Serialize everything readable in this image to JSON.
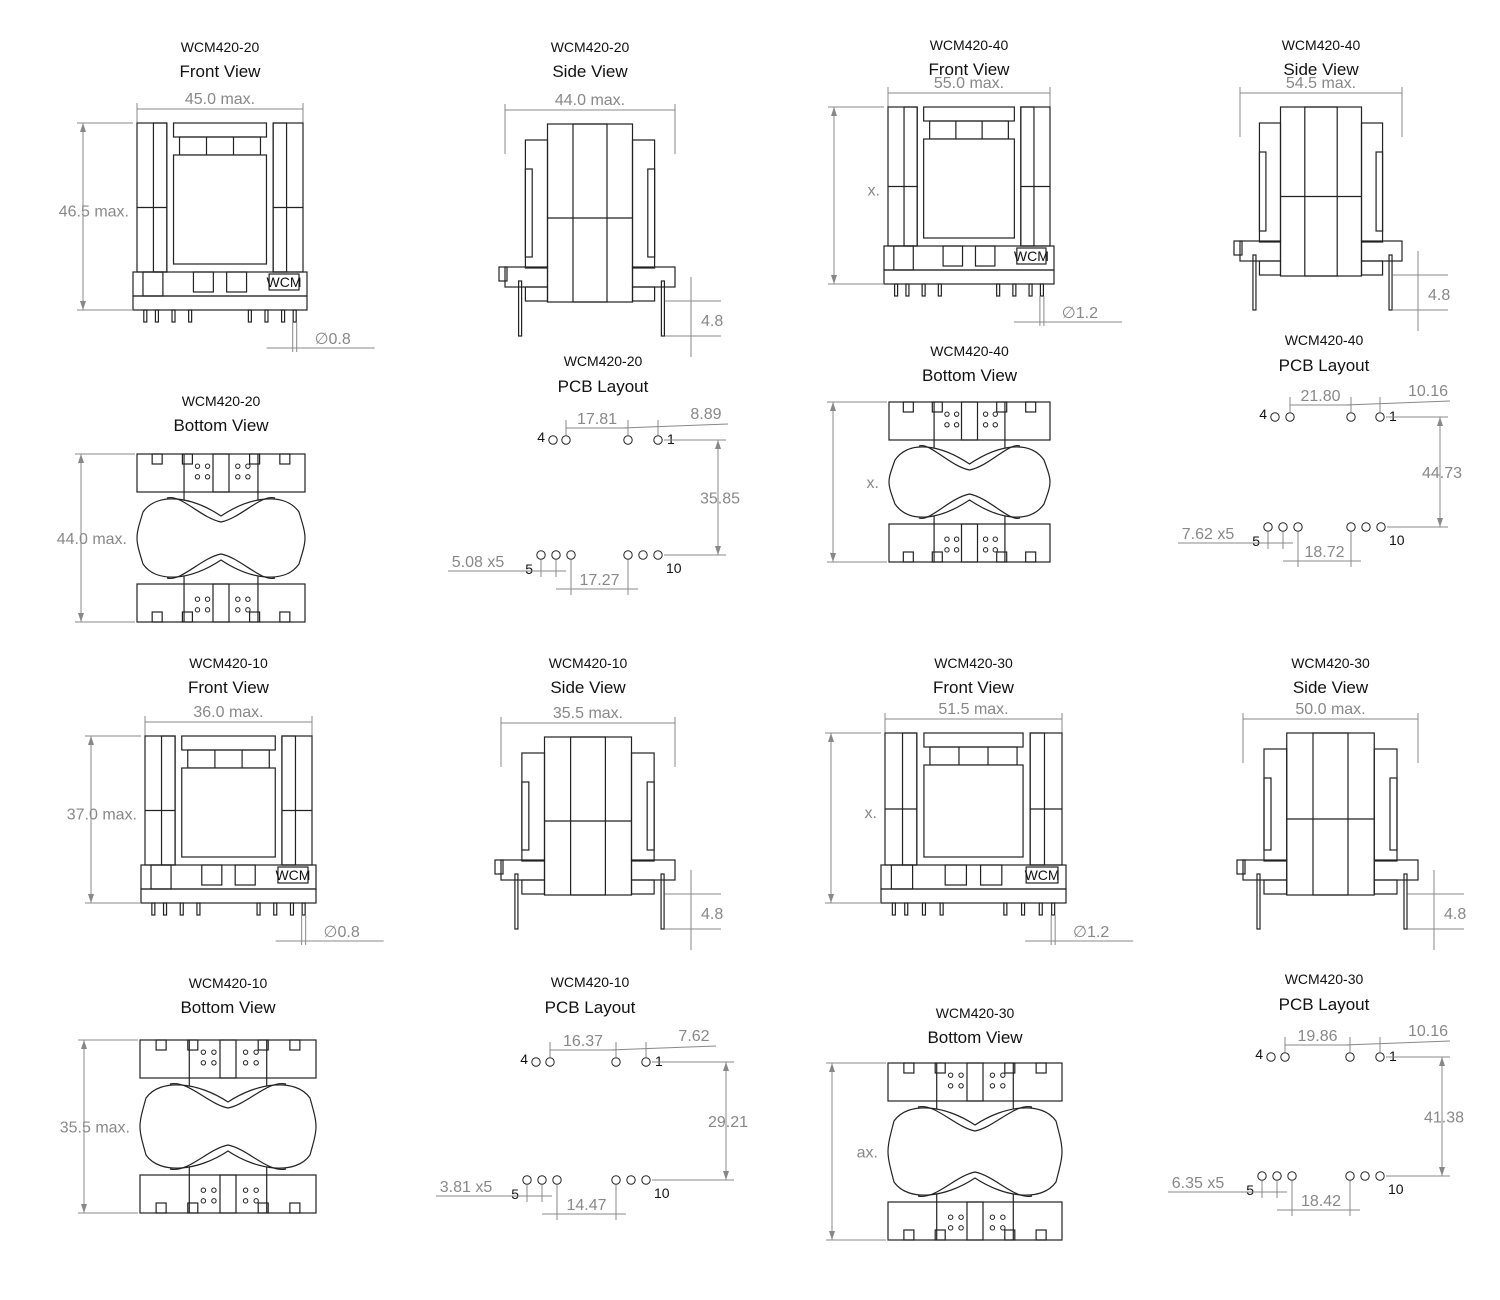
{
  "labels": {
    "a_front_model": "WCM420-20",
    "a_front_view": "Front View",
    "a_front_w": "45.0 max.",
    "a_front_h": "46.5 max.",
    "a_front_pin": "∅0.8",
    "a_front_logo": "WCM",
    "a_side_model": "WCM420-20",
    "a_side_view": "Side View",
    "a_side_w": "44.0 max.",
    "a_side_pin": "4.8",
    "a_bottom_model": "WCM420-20",
    "a_bottom_view": "Bottom View",
    "a_bottom_h": "44.0 max.",
    "a_pcb_model": "WCM420-20",
    "a_pcb_view": "PCB Layout",
    "a_pcb_top": "17.81",
    "a_pcb_topr": "8.89",
    "a_pcb_vert": "35.85",
    "a_pcb_pitch": "5.08 x5",
    "a_pcb_bot": "17.27",
    "a_pin1": "1",
    "a_pin4": "4",
    "a_pin5": "5",
    "a_pin10": "10",
    "b_front_model": "WCM420-40",
    "b_front_view": "Front View",
    "b_front_w": "55.0 max.",
    "b_front_h": "x.",
    "b_front_pin": "∅1.2",
    "b_front_logo": "WCM",
    "b_side_model": "WCM420-40",
    "b_side_view": "Side View",
    "b_side_w": "54.5 max.",
    "b_side_pin": "4.8",
    "b_bottom_model": "WCM420-40",
    "b_bottom_view": "Bottom View",
    "b_bottom_h": "x.",
    "b_pcb_model": "WCM420-40",
    "b_pcb_view": "PCB Layout",
    "b_pcb_top": "21.80",
    "b_pcb_topr": "10.16",
    "b_pcb_vert": "44.73",
    "b_pcb_pitch": "7.62 x5",
    "b_pcb_bot": "18.72",
    "b_pin1": "1",
    "b_pin4": "4",
    "b_pin5": "5",
    "b_pin10": "10",
    "c_front_model": "WCM420-10",
    "c_front_view": "Front View",
    "c_front_w": "36.0 max.",
    "c_front_h": "37.0 max.",
    "c_front_pin": "∅0.8",
    "c_front_logo": "WCM",
    "c_side_model": "WCM420-10",
    "c_side_view": "Side View",
    "c_side_w": "35.5 max.",
    "c_side_pin": "4.8",
    "c_bottom_model": "WCM420-10",
    "c_bottom_view": "Bottom View",
    "c_bottom_h": "35.5 max.",
    "c_pcb_model": "WCM420-10",
    "c_pcb_view": "PCB Layout",
    "c_pcb_top": "16.37",
    "c_pcb_topr": "7.62",
    "c_pcb_vert": "29.21",
    "c_pcb_pitch": "3.81 x5",
    "c_pcb_bot": "14.47",
    "c_pin1": "1",
    "c_pin4": "4",
    "c_pin5": "5",
    "c_pin10": "10",
    "d_front_model": "WCM420-30",
    "d_front_view": "Front View",
    "d_front_w": "51.5 max.",
    "d_front_h": "x.",
    "d_front_pin": "∅1.2",
    "d_front_logo": "WCM",
    "d_side_model": "WCM420-30",
    "d_side_view": "Side View",
    "d_side_w": "50.0 max.",
    "d_side_pin": "4.8",
    "d_bottom_model": "WCM420-30",
    "d_bottom_view": "Bottom View",
    "d_bottom_h": "ax.",
    "d_pcb_model": "WCM420-30",
    "d_pcb_view": "PCB Layout",
    "d_pcb_top": "19.86",
    "d_pcb_topr": "10.16",
    "d_pcb_vert": "41.38",
    "d_pcb_pitch": "6.35 x5",
    "d_pcb_bot": "18.42",
    "d_pin1": "1",
    "d_pin4": "4",
    "d_pin5": "5",
    "d_pin10": "10"
  }
}
